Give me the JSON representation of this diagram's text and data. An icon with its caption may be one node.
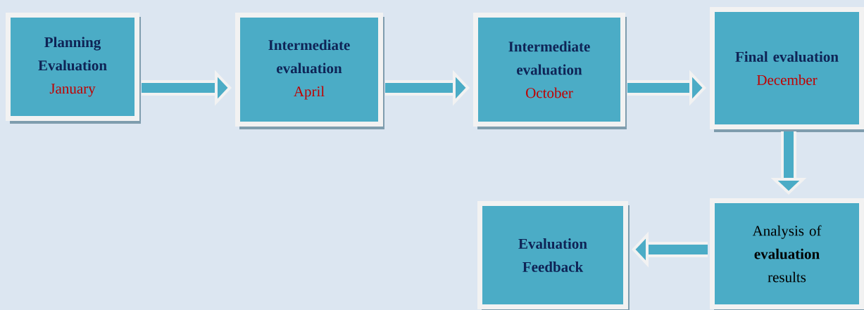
{
  "diagram": {
    "nodes": [
      {
        "text": [
          "Planning Evaluation",
          "January"
        ]
      },
      {
        "text": [
          "Intermediate evaluation",
          "April"
        ]
      },
      {
        "text": [
          "Intermediate evaluation",
          "October"
        ]
      },
      {
        "text": [
          "Final evaluation",
          "December"
        ]
      },
      {
        "text": [
          "Evaluation Feedback"
        ]
      },
      {
        "text": [
          "Analysis of **evaluation** results"
        ]
      }
    ],
    "edges": [
      {
        "from": 0,
        "to": 1,
        "arrow": "to"
      },
      {
        "from": 1,
        "to": 2,
        "arrow": "to"
      },
      {
        "from": 2,
        "to": 3,
        "arrow": "to"
      },
      {
        "from": 3,
        "to": 5,
        "arrow": "to"
      },
      {
        "from": 5,
        "to": 4,
        "arrow": "to"
      }
    ]
  }
}
